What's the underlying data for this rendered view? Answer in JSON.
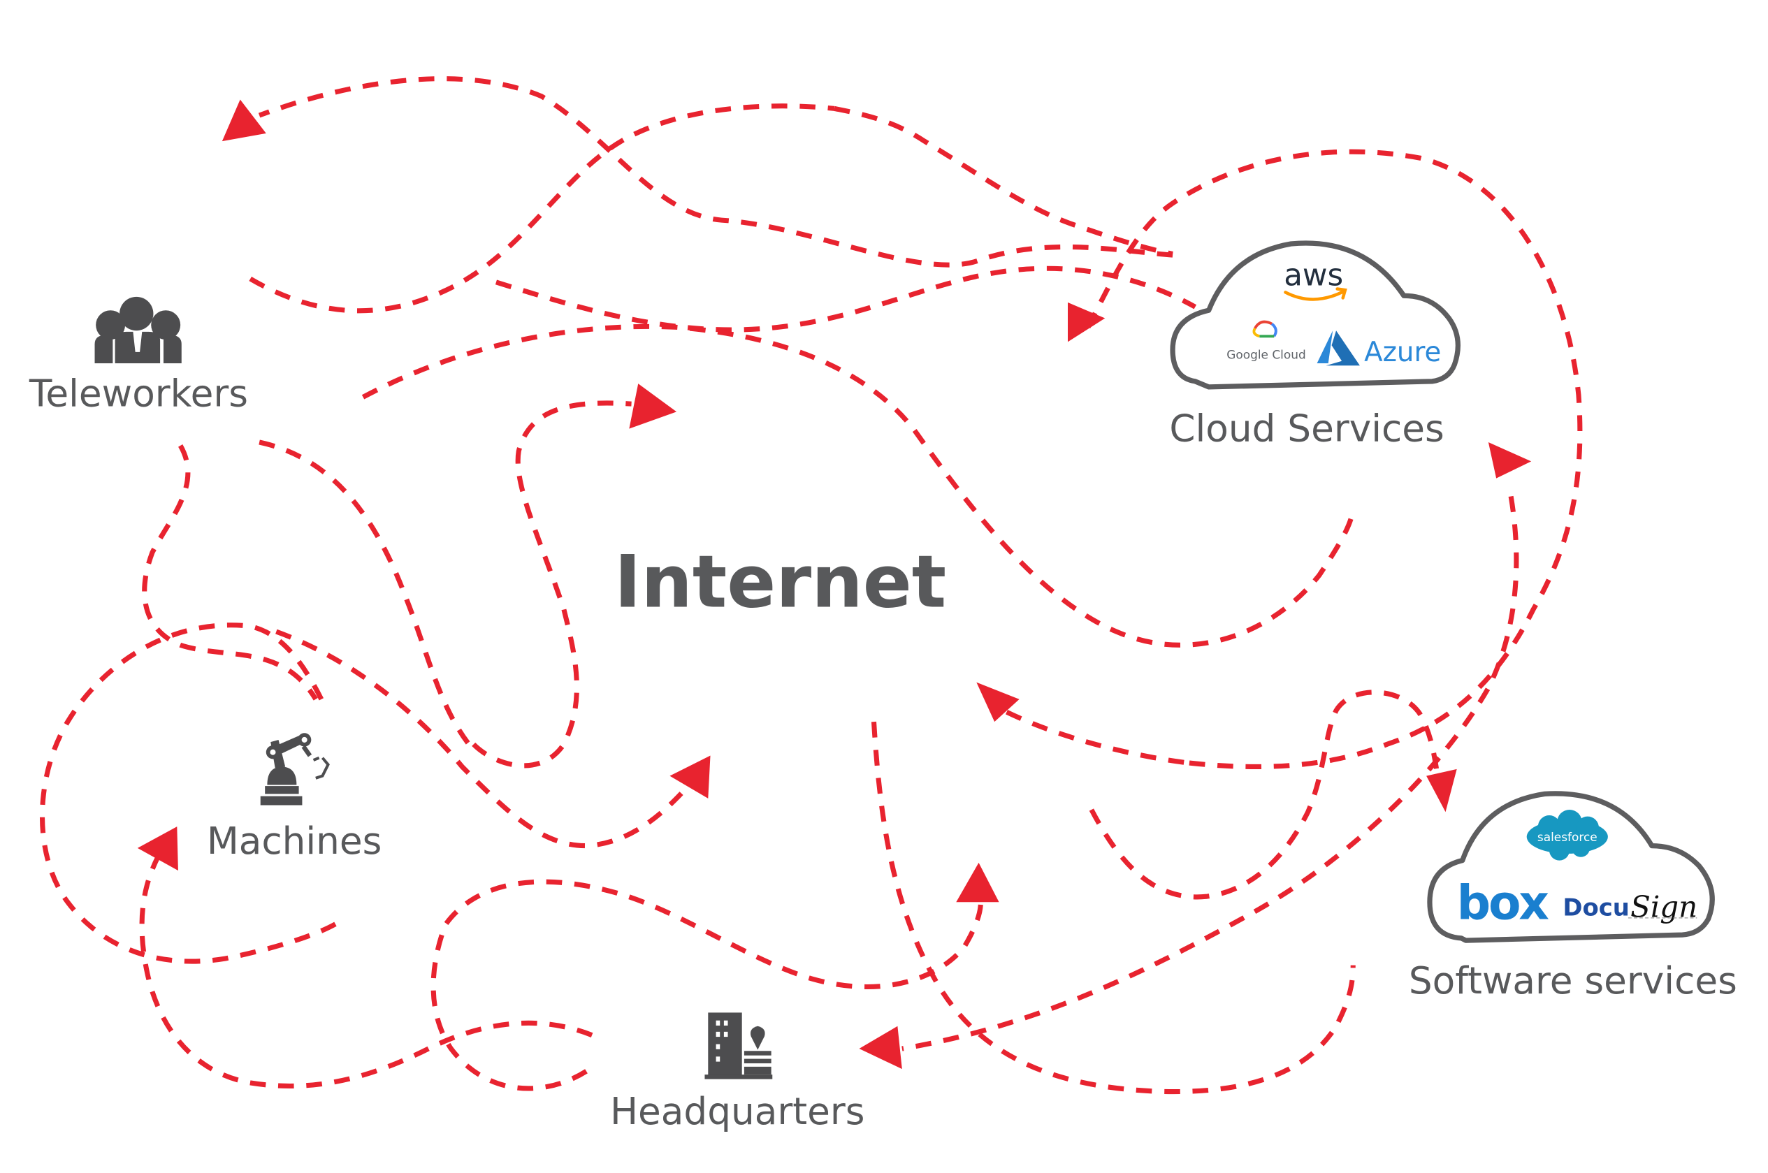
{
  "diagram": {
    "center_label": "Internet",
    "nodes": {
      "teleworkers": {
        "label": "Teleworkers",
        "icon": "people-group-icon"
      },
      "machines": {
        "label": "Machines",
        "icon": "robot-arm-icon"
      },
      "headquarters": {
        "label": "Headquarters",
        "icon": "office-building-location-icon"
      },
      "cloud_services": {
        "label": "Cloud Services",
        "icon": "cloud-icon",
        "logos": {
          "aws": "aws",
          "google_cloud": "Google Cloud",
          "azure": "Azure"
        }
      },
      "software_services": {
        "label": "Software services",
        "icon": "cloud-icon",
        "logos": {
          "salesforce": "salesforce",
          "box": "box",
          "docusign_docu": "Docu",
          "docusign_sign": "Sign"
        }
      }
    },
    "colors": {
      "connection": "#e8232f",
      "text": "#58595b",
      "icon": "#4d4d4f",
      "aws_orange": "#ff9900",
      "azure_blue": "#2b88d8",
      "salesforce_blue": "#1798c1",
      "box_blue": "#1a7fcf",
      "docusign_blue": "#1e4da1"
    },
    "connection_style": "dashed-red-arrows"
  }
}
